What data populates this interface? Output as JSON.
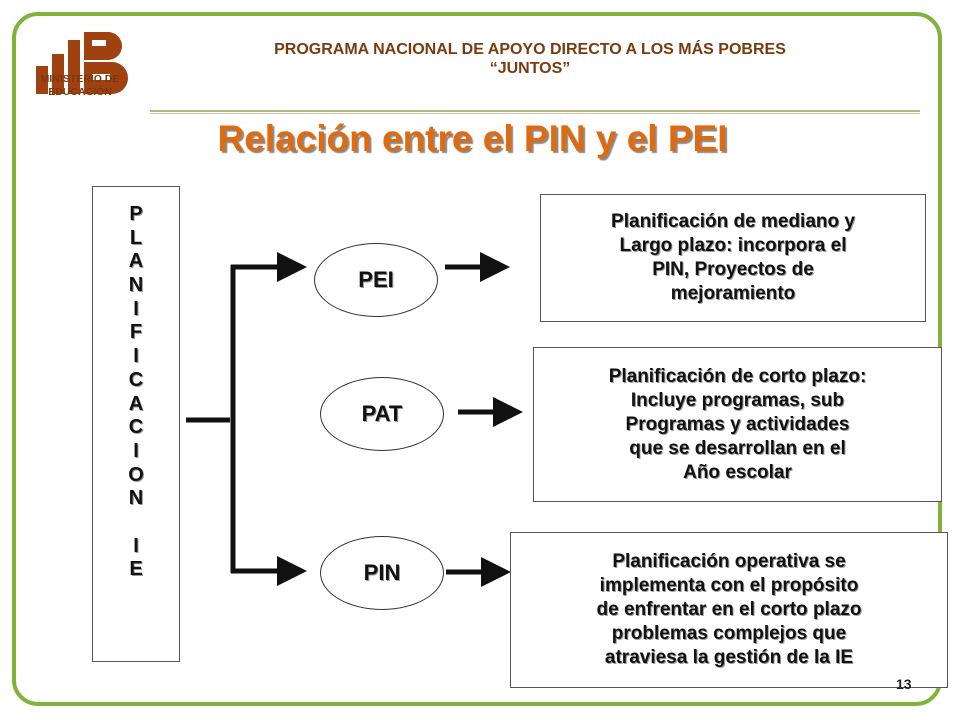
{
  "header": {
    "ministry": "MINISTERIO DE\nEDUCACIÓN",
    "program_line1": "PROGRAMA NACIONAL DE APOYO DIRECTO A LOS MÁS POBRES",
    "program_line2": "“JUNTOS”"
  },
  "title": "Relación entre el PIN y el PEI",
  "planificacion": {
    "letters": [
      "P",
      "L",
      "A",
      "N",
      "I",
      "F",
      "I",
      "C",
      "A",
      "C",
      "I",
      "O",
      "N",
      "",
      "I",
      "E"
    ]
  },
  "nodes": [
    {
      "label": "PEI",
      "description": "Planificación de mediano y\nLargo plazo: incorpora el\nPIN, Proyectos de\nmejoramiento"
    },
    {
      "label": "PAT",
      "description": "Planificación de corto plazo:\nIncluye programas, sub\nProgramas y actividades\nque se desarrollan en el\nAño escolar"
    },
    {
      "label": "PIN",
      "description": "Planificación operativa se\nimplementa con el propósito\nde enfrentar en el corto plazo\nproblemas complejos que\natraviesa la gestión de la IE"
    }
  ],
  "page_number": "13",
  "colors": {
    "frame": "#7fb43a",
    "title": "#e06a10",
    "header": "#7a3a0e",
    "logo": "#a0420f"
  }
}
